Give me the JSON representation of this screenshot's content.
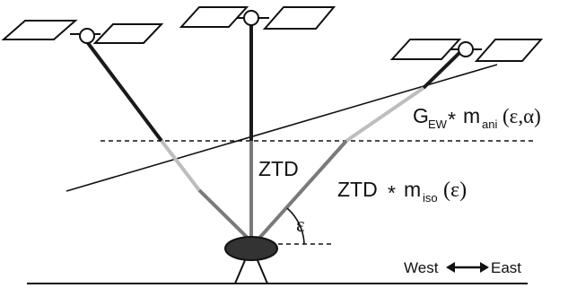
{
  "labels": {
    "zenith": "ZTD",
    "slant_lhs": "ZTD",
    "slant_op": "*",
    "slant_func": "m",
    "slant_sub": "iso",
    "slant_arg": "(ε)",
    "gradient_coef": "G",
    "gradient_coef_sub": "EW",
    "gradient_op": "*",
    "gradient_func": "m",
    "gradient_func_sub": "ani",
    "gradient_arg": "(ε,α)",
    "elevation_angle": "ε",
    "direction_west": "West",
    "direction_east": "East"
  },
  "colors": {
    "ray_dark": "#1a1a1a",
    "ray_mid": "#7a7a7a",
    "ray_light": "#bdbdbd",
    "line": "#111111"
  }
}
